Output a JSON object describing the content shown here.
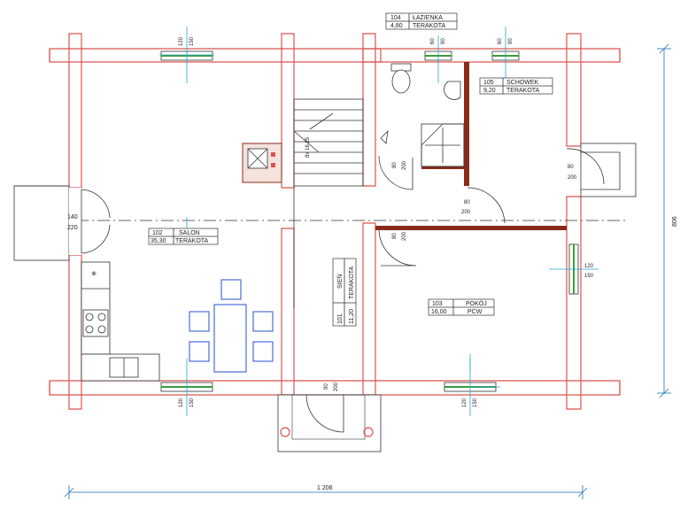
{
  "rooms": [
    {
      "number": "102",
      "name": "SALON",
      "area": "35,30",
      "floor": "TERAKOTA"
    },
    {
      "number": "104",
      "name": "ŁAZIENKA",
      "area": "4,80",
      "floor": "TERAKOTA"
    },
    {
      "number": "105",
      "name": "SCHOWEK",
      "area": "9,20",
      "floor": "TERAKOTA"
    },
    {
      "number": "103",
      "name": "POKÓJ",
      "area": "16,00",
      "floor": "PCW"
    },
    {
      "number": "101",
      "name": "SIEŃ",
      "area": "11,20",
      "floor": "TERAKOTA"
    }
  ],
  "windows": {
    "salon_top": [
      "120",
      "150"
    ],
    "salon_bottom": [
      "120",
      "150"
    ],
    "lazienka": [
      "60",
      "90"
    ],
    "schowek": [
      "60",
      "90"
    ],
    "pokoj_right": [
      "120",
      "150"
    ],
    "pokoj_bottom": [
      "120",
      "150"
    ]
  },
  "doors": {
    "entry_left": [
      "140",
      "220"
    ],
    "right_side": [
      "80",
      "200"
    ],
    "lazienka": [
      "80",
      "200"
    ],
    "schowek": [
      "80",
      "200"
    ],
    "pokoj": [
      "80",
      "200"
    ],
    "main_entry": [
      "90",
      "200"
    ]
  },
  "stairs": {
    "label": "8x 16 25"
  },
  "dimensions": {
    "overall_width": "1 206",
    "overall_height": "806"
  }
}
